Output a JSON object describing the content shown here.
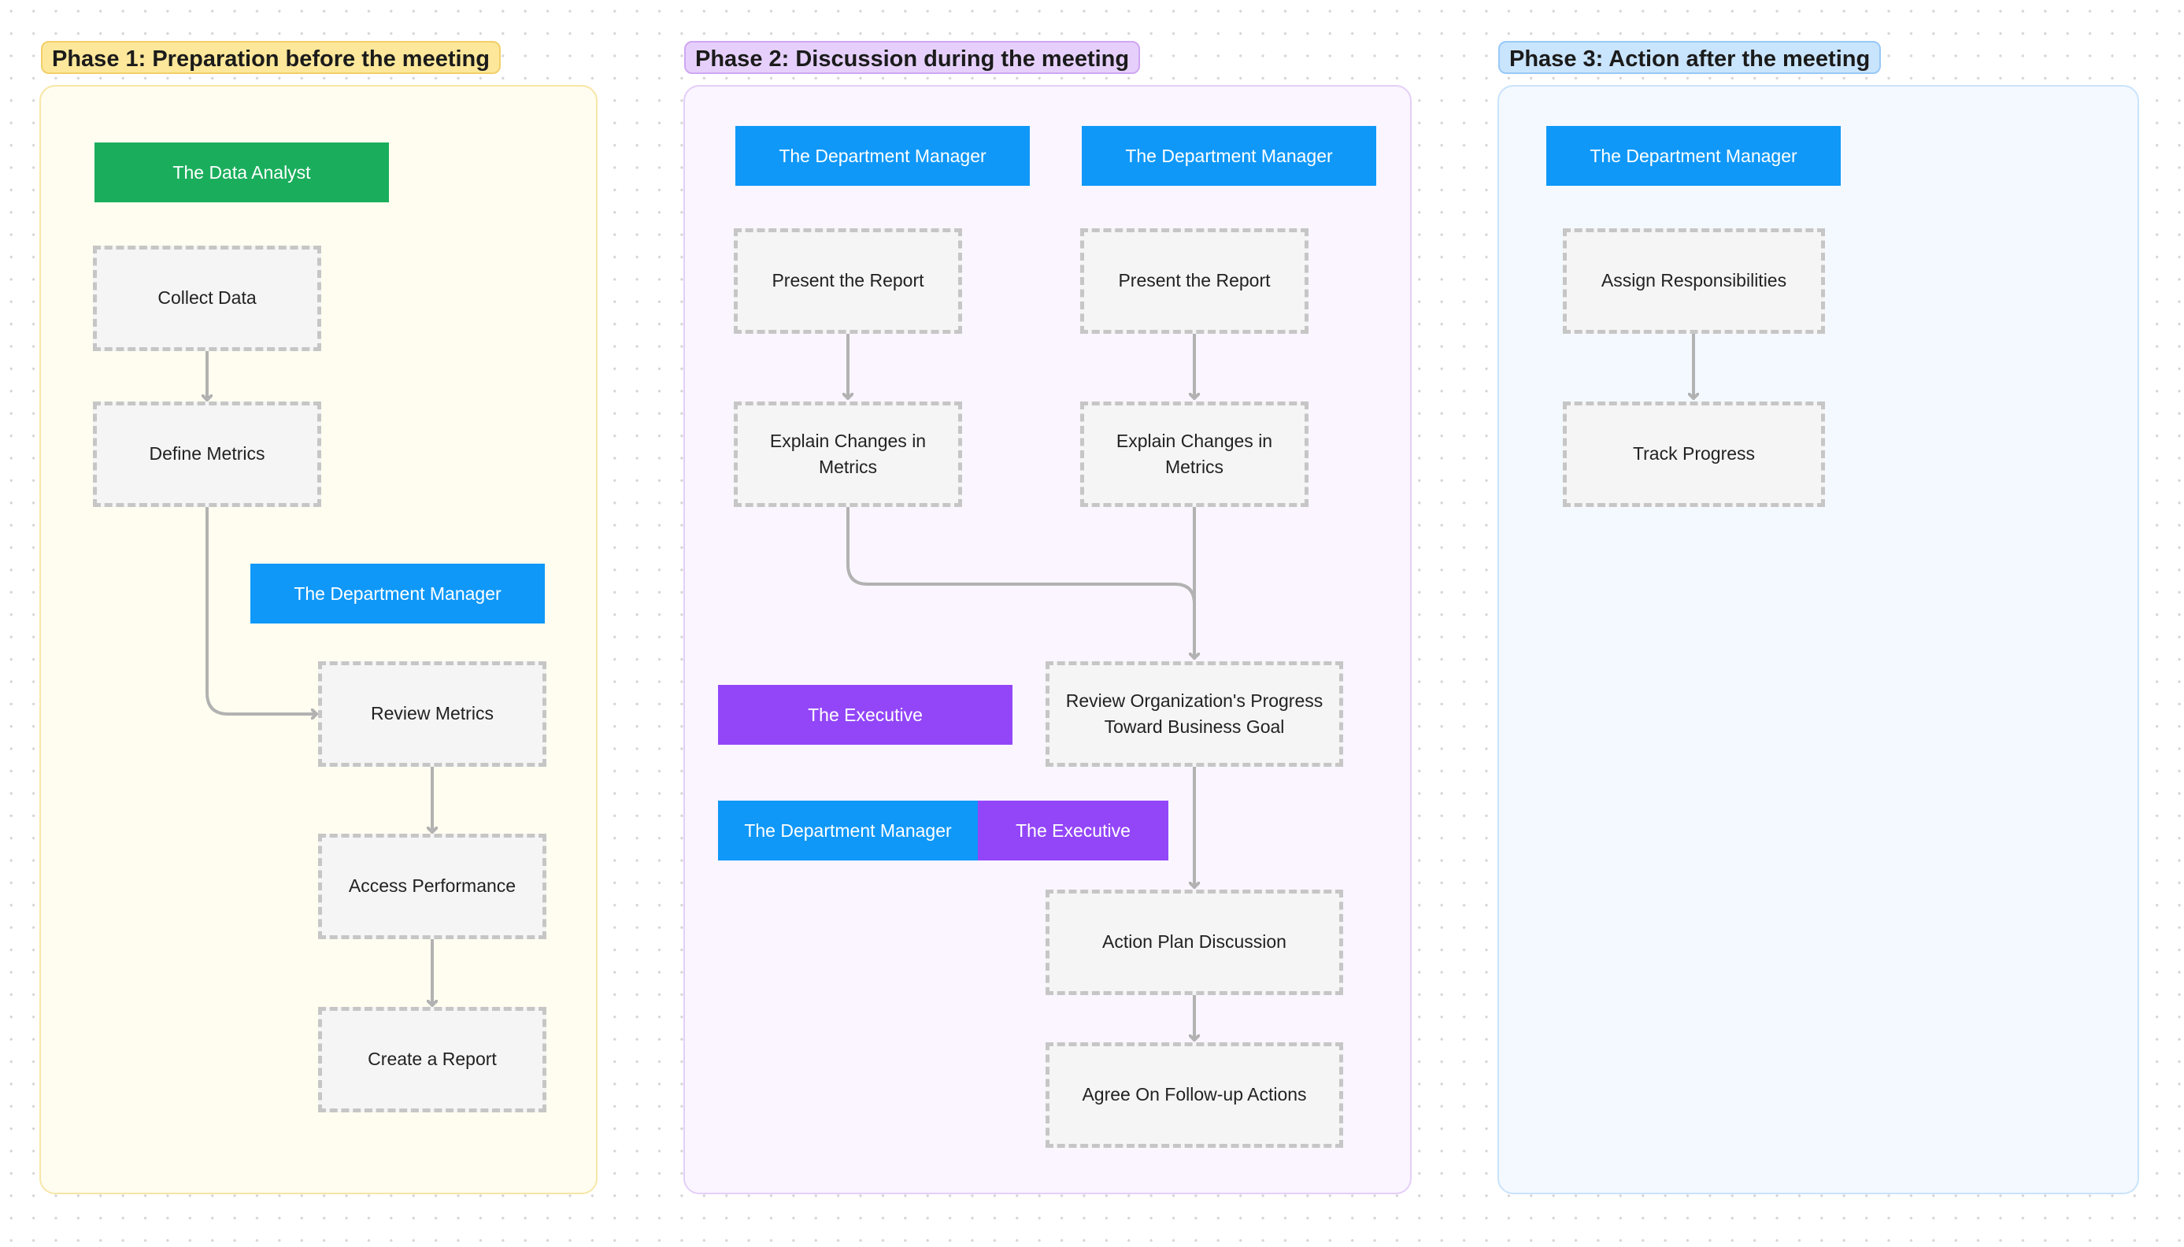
{
  "colors": {
    "phase1_fill": "#fffdf0",
    "phase1_border": "#f7e6a6",
    "phase1_badge": "#fde79a",
    "phase2_fill": "#faf5ff",
    "phase2_border": "#e4cff8",
    "phase2_badge": "#e6d0fb",
    "phase3_fill": "#f4f9ff",
    "phase3_border": "#c9e3fb",
    "phase3_badge": "#c9e4fd",
    "role_green": "#1aae5c",
    "role_blue": "#0f98f8",
    "role_purple": "#9346f8"
  },
  "phases": [
    {
      "title": "Phase 1: Preparation before the meeting",
      "roles": [
        "The Data Analyst",
        "The Department Manager"
      ],
      "steps": [
        "Collect Data",
        "Define Metrics",
        "Review Metrics",
        "Access Performance",
        "Create a Report"
      ]
    },
    {
      "title": "Phase 2: Discussion during the meeting",
      "roles": [
        "The Department Manager",
        "The Department Manager",
        "The Executive",
        "The Department Manager",
        "The Executive"
      ],
      "steps": [
        "Present the Report",
        "Explain Changes in Metrics",
        "Present the Report",
        "Explain Changes in Metrics",
        "Review Organization's Progress Toward Business Goal",
        "Action Plan Discussion",
        "Agree On Follow-up Actions"
      ]
    },
    {
      "title": "Phase 3: Action after the meeting",
      "roles": [
        "The Department Manager"
      ],
      "steps": [
        "Assign Responsibilities",
        "Track Progress"
      ]
    }
  ]
}
